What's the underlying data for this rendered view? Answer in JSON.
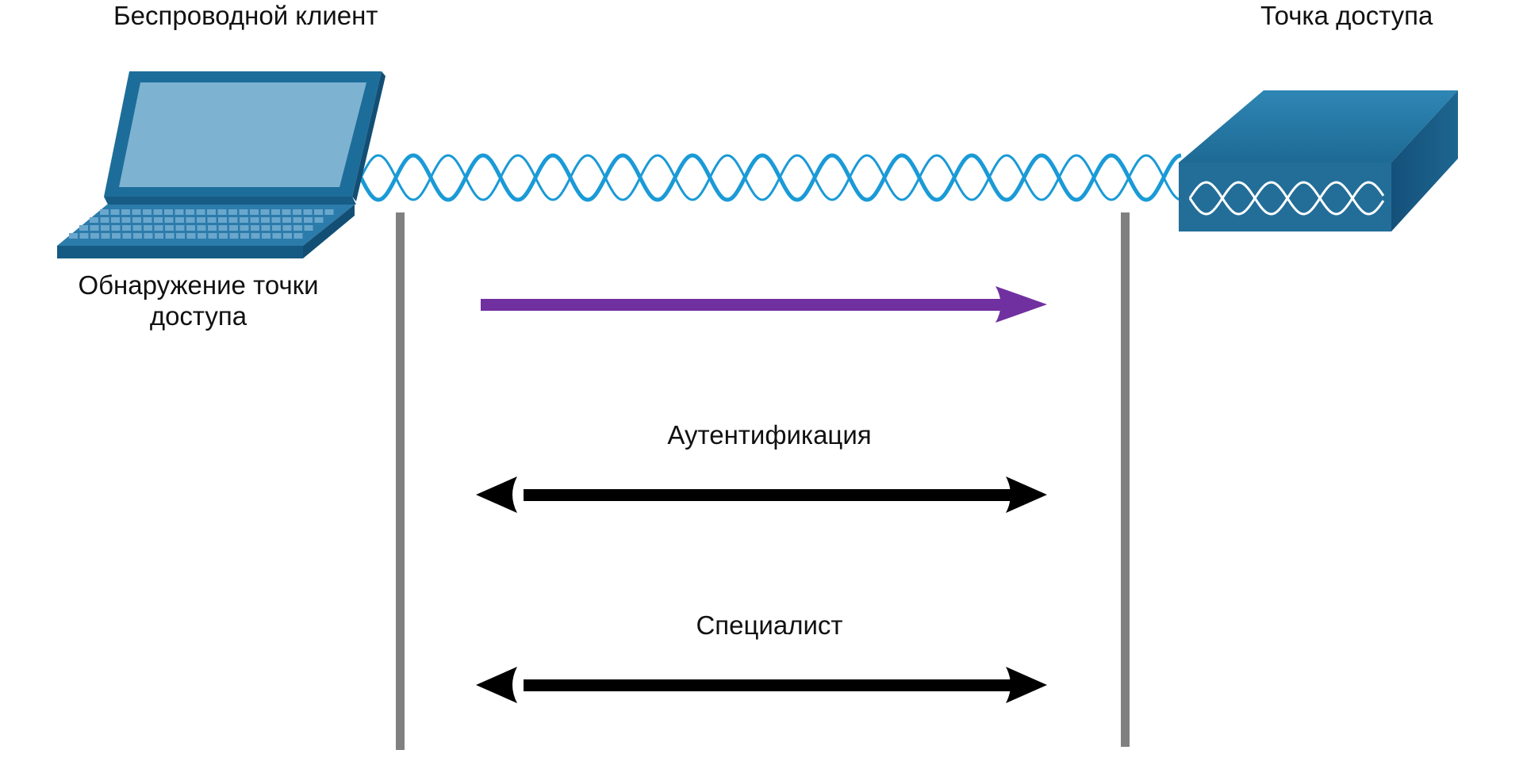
{
  "labels": {
    "client": "Беспроводной клиент",
    "access_point": "Точка доступа",
    "discovery": "Обнаружение точки доступа",
    "authentication": "Аутентификация",
    "association": "Специалист"
  },
  "arrows": [
    {
      "name": "discovery-arrow",
      "direction": "right",
      "color": "#7030a0"
    },
    {
      "name": "authentication-arrow",
      "direction": "both",
      "color": "#000000"
    },
    {
      "name": "association-arrow",
      "direction": "both",
      "color": "#000000"
    }
  ],
  "colors": {
    "wave": "#1a9ad6",
    "device_blue": "#236e99",
    "lifeline": "#808080"
  },
  "icons": {
    "client": "laptop-icon",
    "access_point": "access-point-icon"
  }
}
